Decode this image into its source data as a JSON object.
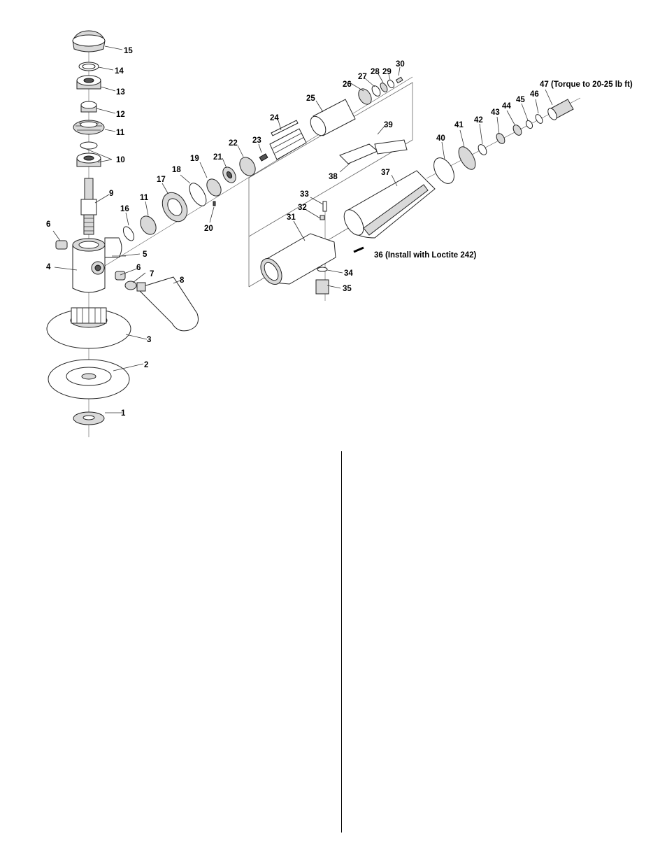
{
  "callouts": [
    {
      "id": "c1",
      "text": "1"
    },
    {
      "id": "c2",
      "text": "2"
    },
    {
      "id": "c3",
      "text": "3"
    },
    {
      "id": "c4",
      "text": "4"
    },
    {
      "id": "c5",
      "text": "5"
    },
    {
      "id": "c6a",
      "text": "6"
    },
    {
      "id": "c6b",
      "text": "6"
    },
    {
      "id": "c7",
      "text": "7"
    },
    {
      "id": "c8",
      "text": "8"
    },
    {
      "id": "c9",
      "text": "9"
    },
    {
      "id": "c10",
      "text": "10"
    },
    {
      "id": "c11a",
      "text": "11"
    },
    {
      "id": "c11b",
      "text": "11"
    },
    {
      "id": "c12",
      "text": "12"
    },
    {
      "id": "c13",
      "text": "13"
    },
    {
      "id": "c14",
      "text": "14"
    },
    {
      "id": "c15",
      "text": "15"
    },
    {
      "id": "c16",
      "text": "16"
    },
    {
      "id": "c17",
      "text": "17"
    },
    {
      "id": "c18",
      "text": "18"
    },
    {
      "id": "c19",
      "text": "19"
    },
    {
      "id": "c20",
      "text": "20"
    },
    {
      "id": "c21",
      "text": "21"
    },
    {
      "id": "c22",
      "text": "22"
    },
    {
      "id": "c23",
      "text": "23"
    },
    {
      "id": "c24",
      "text": "24"
    },
    {
      "id": "c25",
      "text": "25"
    },
    {
      "id": "c26",
      "text": "26"
    },
    {
      "id": "c27",
      "text": "27"
    },
    {
      "id": "c28",
      "text": "28"
    },
    {
      "id": "c29",
      "text": "29"
    },
    {
      "id": "c30",
      "text": "30"
    },
    {
      "id": "c31",
      "text": "31"
    },
    {
      "id": "c32",
      "text": "32"
    },
    {
      "id": "c33",
      "text": "33"
    },
    {
      "id": "c34",
      "text": "34"
    },
    {
      "id": "c35",
      "text": "35"
    },
    {
      "id": "c36",
      "text": "36 (Install with Loctite 242)"
    },
    {
      "id": "c37",
      "text": "37"
    },
    {
      "id": "c38",
      "text": "38"
    },
    {
      "id": "c39",
      "text": "39"
    },
    {
      "id": "c40",
      "text": "40"
    },
    {
      "id": "c41",
      "text": "41"
    },
    {
      "id": "c42",
      "text": "42"
    },
    {
      "id": "c43",
      "text": "43"
    },
    {
      "id": "c44",
      "text": "44"
    },
    {
      "id": "c45",
      "text": "45"
    },
    {
      "id": "c46",
      "text": "46"
    },
    {
      "id": "c47",
      "text": "47 (Torque to 20-25 lb ft)"
    }
  ]
}
